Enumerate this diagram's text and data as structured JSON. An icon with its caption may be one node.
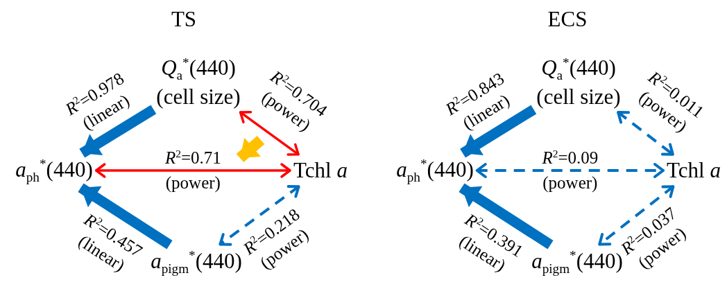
{
  "diagram": {
    "nodes": [
      {
        "text": [
          "*Q*$_{a}$$^{*}$(440)",
          "(cell size)"
        ]
      },
      {
        "text": [
          "*a*$_{ph}$$^{*}$(440)"
        ]
      },
      {
        "text": [
          "Tchl *a*"
        ]
      },
      {
        "text": [
          "*a*$_{pigm}$$^{*}$(440)"
        ]
      },
      {
        "text": [
          "*Q*$_{a}$$^{*}$(440)",
          "(cell size)"
        ]
      },
      {
        "text": [
          "*a*$_{ph}$$^{*}$(440)"
        ]
      },
      {
        "text": [
          "Tchl *a*"
        ]
      },
      {
        "text": [
          "*a*$_{pigm}$$^{*}$(440)"
        ]
      }
    ],
    "edges": [
      {
        "from": 0,
        "to": 1,
        "arrow": "to",
        "style": "thick",
        "label": "*R*$^{2}$=0.978 (linear)"
      },
      {
        "from": 0,
        "to": 2,
        "arrow": "both",
        "color": "#ff0000",
        "label": "*R*$^{2}$=0.704 (power)"
      },
      {
        "from": 1,
        "to": 2,
        "arrow": "both",
        "color": "#ff0000",
        "label": "*R*$^{2}$=0.71 (power)"
      },
      {
        "from": 3,
        "to": 1,
        "arrow": "to",
        "style": "thick",
        "label": "*R*$^{2}$=0.457 (linear)"
      },
      {
        "from": 2,
        "to": 3,
        "arrow": "both",
        "style": "dashed",
        "label": "*R*$^{2}$=0.218 (power)"
      },
      {
        "from": 4,
        "to": 5,
        "arrow": "to",
        "style": "thick",
        "label": "*R*$^{2}$=0.843 (linear)"
      },
      {
        "from": 4,
        "to": 6,
        "arrow": "both",
        "style": "dashed",
        "label": "*R*$^{2}$=0.011 (power)"
      },
      {
        "from": 5,
        "to": 6,
        "arrow": "both",
        "style": "dashed",
        "label": "*R*$^{2}$=0.09 (power)"
      },
      {
        "from": 7,
        "to": 5,
        "arrow": "to",
        "style": "thick",
        "label": "*R*$^{2}$=0.391 (linear)"
      },
      {
        "from": 6,
        "to": 7,
        "arrow": "both",
        "style": "dashed",
        "label": "*R*$^{2}$=0.037 (power)"
      }
    ],
    "labels": [
      "TS",
      "ECS"
    ]
  }
}
